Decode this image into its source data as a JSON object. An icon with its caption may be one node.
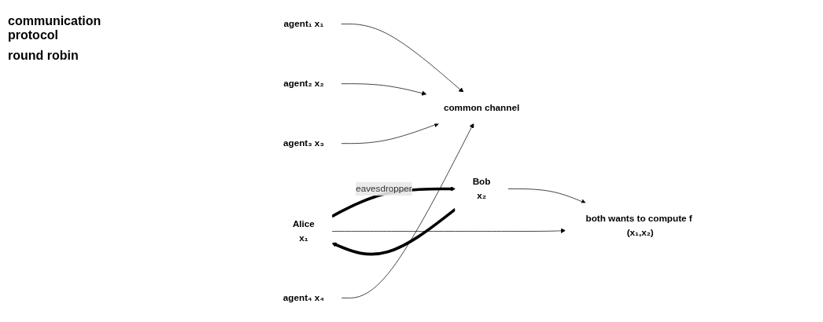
{
  "diagram": {
    "nodes": [
      {
        "text": [
          "Alice",
          "x₁"
        ]
      },
      {
        "text": [
          "Bob",
          "x₂"
        ]
      },
      {
        "text": [
          "both wants to compute f (x₁,x₂)"
        ]
      },
      {
        "text": [
          "common channel"
        ]
      },
      {
        "text": [
          "agent₁ x₁"
        ]
      },
      {
        "text": [
          "agent₂ x₂"
        ]
      },
      {
        "text": [
          "agent₃ x₃"
        ]
      },
      {
        "text": [
          "agent₄ x₄"
        ]
      }
    ],
    "edges": [
      {
        "from": 0,
        "to": 1,
        "arrow": "to",
        "label": "eavesdropper",
        "style": "thick"
      },
      {
        "from": 1,
        "to": 0,
        "arrow": "to",
        "style": "thick"
      },
      {
        "from": 0,
        "to": 2,
        "arrow": "to"
      },
      {
        "from": 1,
        "to": 2,
        "arrow": "to"
      },
      {
        "from": 4,
        "to": 3,
        "arrow": "to"
      },
      {
        "from": 5,
        "to": 3,
        "arrow": "to"
      },
      {
        "from": 6,
        "to": 3,
        "arrow": "to"
      },
      {
        "from": 7,
        "to": 3,
        "arrow": "to"
      }
    ],
    "labels": [
      "communication protocol",
      "round robin"
    ]
  }
}
